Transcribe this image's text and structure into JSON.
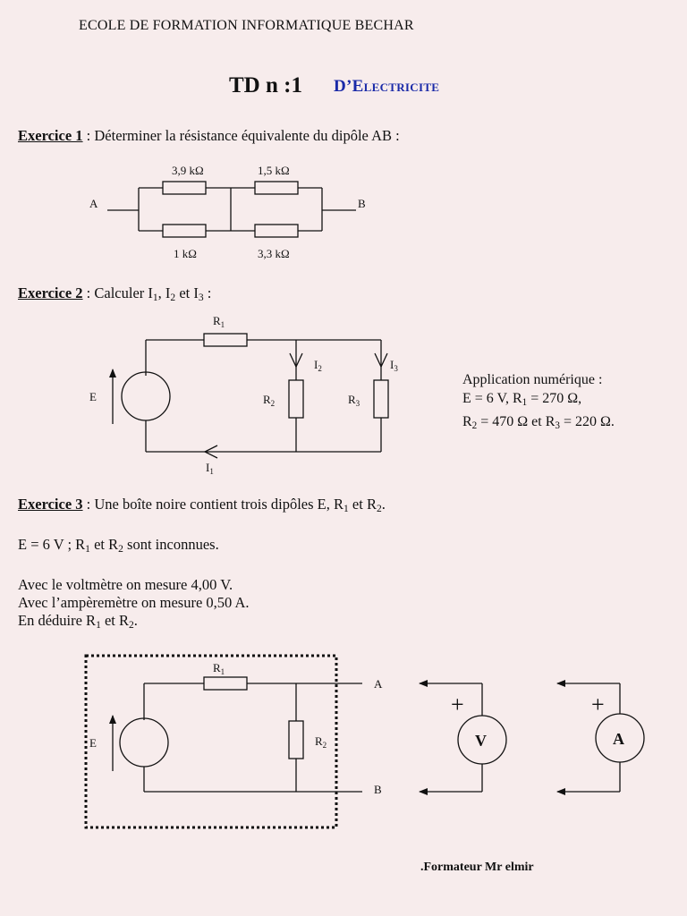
{
  "header": {
    "school": "ECOLE DE FORMATION INFORMATIQUE BECHAR",
    "title": "TD n :1",
    "subtitle": "D’Electricite"
  },
  "exercise1": {
    "label": "Exercice 1",
    "text": " : Déterminer la résistance équivalente du dipôle AB :",
    "r_top_left": "3,9 kΩ",
    "r_top_right": "1,5 kΩ",
    "r_bot_left": "1 kΩ",
    "r_bot_right": "3,3 kΩ",
    "node_a": "A",
    "node_b": "B"
  },
  "exercise2": {
    "label": "Exercice 2",
    "text_prefix": " : Calculer I",
    "sub1": "1",
    "sep1": ", I",
    "sub2": "2",
    "sep2": " et I",
    "sub3": "3",
    "text_suffix": " :",
    "diagram": {
      "r1": "R",
      "r1_sub": "1",
      "r2": "R",
      "r2_sub": "2",
      "r3": "R",
      "r3_sub": "3",
      "e": "E",
      "i1": "I",
      "i1_sub": "1",
      "i2": "I",
      "i2_sub": "2",
      "i3": "I",
      "i3_sub": "3"
    },
    "app_title": "Application numérique :",
    "app_line1_a": "E = 6 V, R",
    "app_line1_sub": "1",
    "app_line1_b": " = 270 Ω,",
    "app_line2_a": "R",
    "app_line2_sub1": "2",
    "app_line2_b": " = 470 Ω et R",
    "app_line2_sub2": "3",
    "app_line2_c": " = 220 Ω."
  },
  "exercise3": {
    "label": "Exercice 3",
    "text_a": " : Une boîte noire contient trois dipôles E, R",
    "sub1": "1",
    "text_b": " et R",
    "sub2": "2",
    "text_c": ".",
    "line2_a": "E = 6 V ; R",
    "line2_sub1": "1",
    "line2_b": " et R",
    "line2_sub2": "2",
    "line2_c": " sont inconnues.",
    "line3": "Avec le voltmètre on mesure 4,00 V.",
    "line4": "Avec l’ampèremètre on mesure 0,50 A.",
    "line5_a": "En déduire R",
    "line5_sub1": "1",
    "line5_b": " et R",
    "line5_sub2": "2",
    "line5_c": ".",
    "diagram": {
      "r1": "R",
      "r1_sub": "1",
      "r2": "R",
      "r2_sub": "2",
      "e": "E",
      "node_a": "A",
      "node_b": "B",
      "voltmeter": "V",
      "ammeter": "A",
      "plus": "+"
    }
  },
  "footer": {
    "formateur": ".Formateur Mr elmir"
  }
}
